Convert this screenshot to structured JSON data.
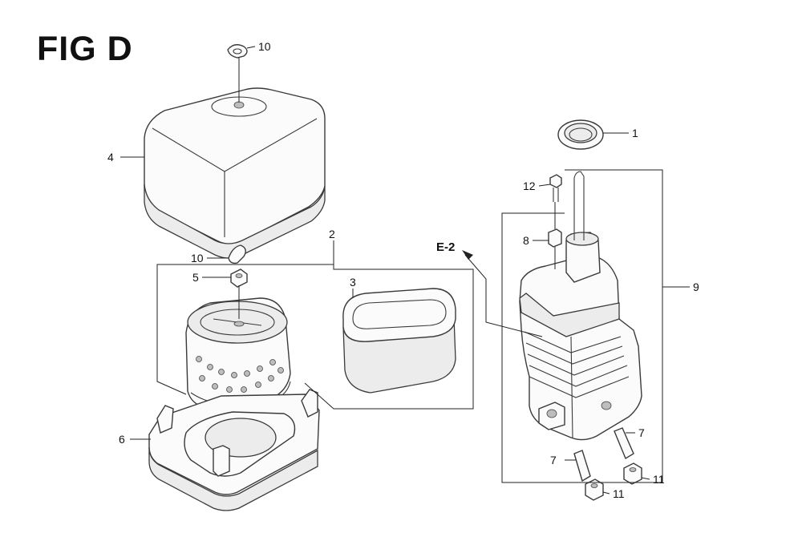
{
  "title": "FIG D",
  "reference": "E-2",
  "callouts": {
    "c1": "1",
    "c2": "2",
    "c3": "3",
    "c4": "4",
    "c5": "5",
    "c6": "6",
    "c7a": "7",
    "c7b": "7",
    "c8": "8",
    "c9": "9",
    "c10a": "10",
    "c10b": "10",
    "c11a": "11",
    "c11b": "11",
    "c12": "12"
  }
}
